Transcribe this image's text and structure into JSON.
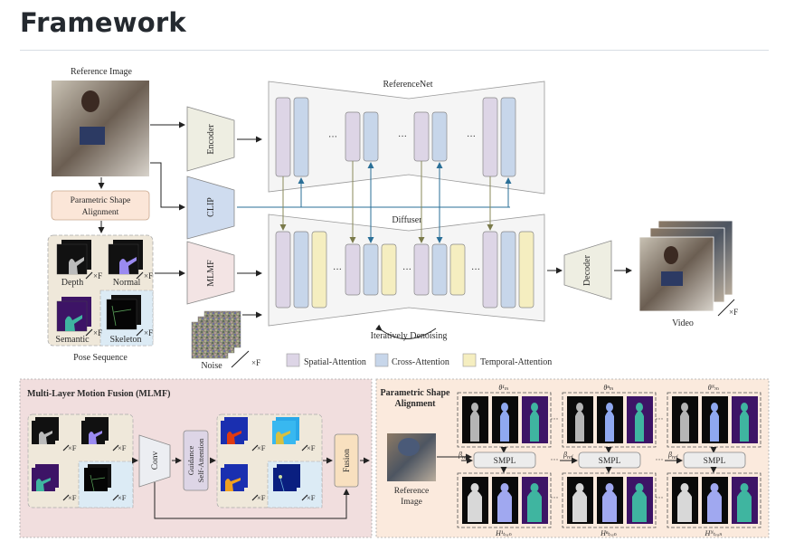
{
  "page": {
    "heading": "Framework"
  },
  "top": {
    "reference_image_label": "Reference Image",
    "parametric_shape_alignment": [
      "Parametric Shape",
      "Alignment"
    ],
    "pose_sequence_label": "Pose Sequence",
    "pose_maps": [
      "Depth",
      "Normal",
      "Semantic",
      "Skeleton"
    ],
    "times_f": "×F",
    "noise_label": "Noise",
    "encoder": "Encoder",
    "clip": "CLIP",
    "mlmf": "MLMF",
    "referencenet": "ReferenceNet",
    "diffuser": "Diffuser",
    "decoder": "Decoder",
    "video_label": "Video",
    "iterative_label": "Iteratively Denoising",
    "ellipsis": "···",
    "legend": [
      {
        "label": "Spatial-Attention",
        "color": "#ddd5e6"
      },
      {
        "label": "Cross-Attention",
        "color": "#c7d6ea"
      },
      {
        "label": "Temporal-Attention",
        "color": "#f5eec0"
      }
    ]
  },
  "mlmf_panel": {
    "title": "Multi-Layer Motion Fusion (MLMF)",
    "conv": "Conv",
    "guidance": [
      "Guidance",
      "Self-Attention"
    ],
    "fusion": "Fusion",
    "times_f": "×F"
  },
  "psa_panel": {
    "title": [
      "Parametric Shape",
      "Alignment"
    ],
    "reference_label": [
      "Reference",
      "Image"
    ],
    "smpl": "SMPL",
    "beta": "β",
    "beta_sub": "ref",
    "theta_labels": [
      "θ¹ₘ",
      "θⁿₘ",
      "θᴺₘ"
    ],
    "h_labels": [
      "H¹ₜᵣₐₙ",
      "Hⁿₜᵣₐₙ",
      "Hᴺₜᵣₐₙ"
    ],
    "ellipsis": "···"
  },
  "colors": {
    "spatial": "#ddd5e6",
    "cross": "#c7d6ea",
    "temporal": "#f5eec0",
    "encoder_fill": "#eeeee2",
    "clip_fill": "#cfdcef",
    "mlmf_fill": "#f3e4e4",
    "psa_box": "#fbe6d8",
    "pose_bg": "#efe8da",
    "skeleton_bg": "#dcebf5",
    "mlmf_panel_bg": "#f1dede",
    "psa_panel_bg": "#fbeadd",
    "feature_arrow": "#8a8a5a",
    "cross_arrow": "#2a6f97"
  }
}
